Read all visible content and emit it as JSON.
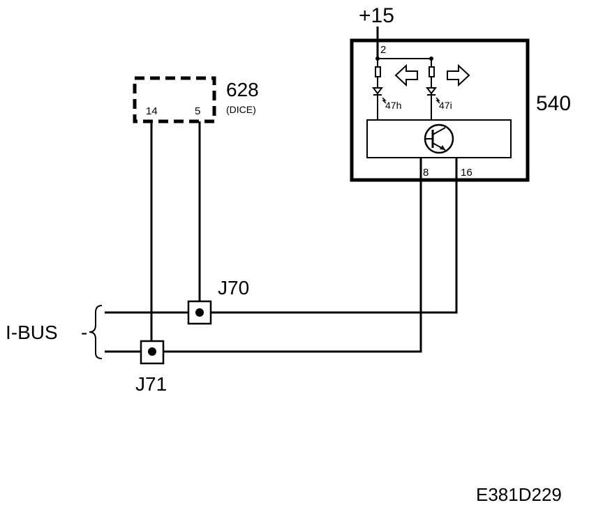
{
  "supply": {
    "label": "+15"
  },
  "module_540": {
    "id": "540",
    "pins": {
      "supply": "2",
      "out_a": "8",
      "out_b": "16"
    },
    "leds": {
      "left": "47h",
      "right": "47i"
    },
    "indicators": {
      "left": "arrow-left-icon",
      "right": "arrow-right-icon"
    }
  },
  "module_628": {
    "id": "628",
    "name": "(DICE)",
    "pins": {
      "a": "14",
      "b": "5"
    }
  },
  "connectors": {
    "j70": "J70",
    "j71": "J71"
  },
  "bus": {
    "label": "I-BUS",
    "dash": "-"
  },
  "drawing_code": "E381D229"
}
